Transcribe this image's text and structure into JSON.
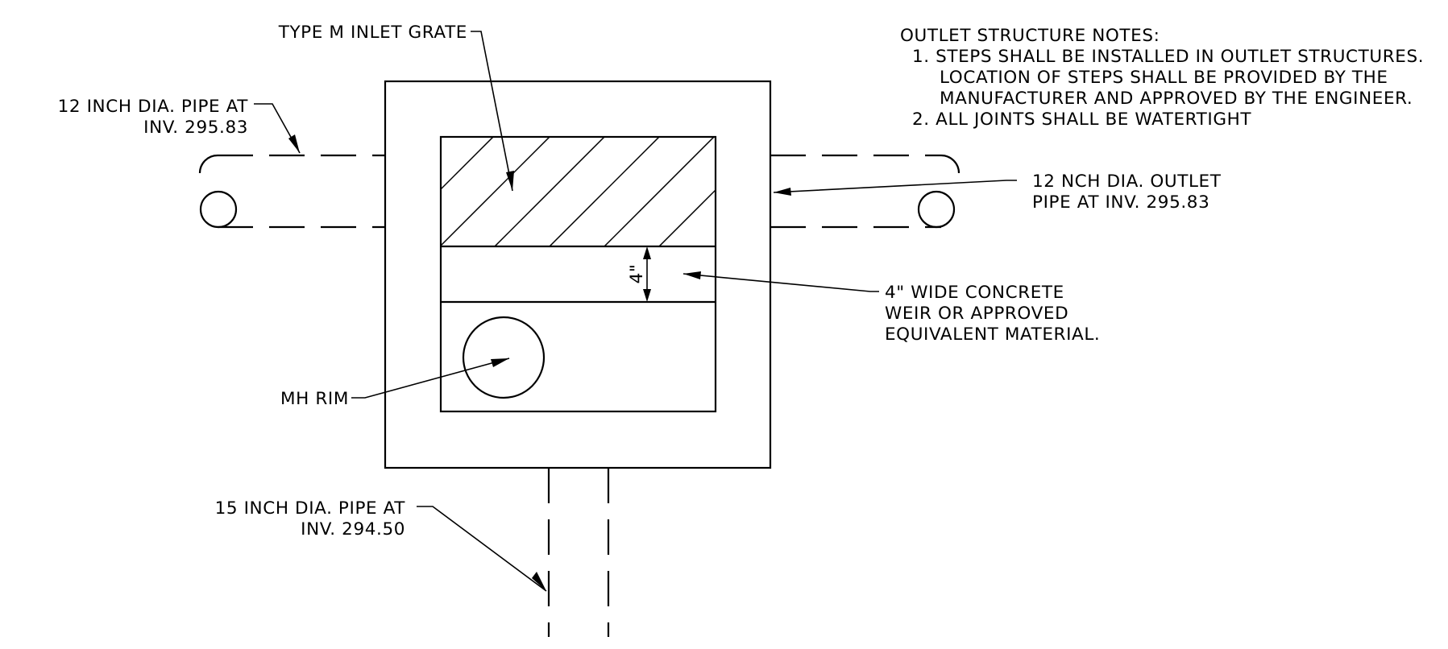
{
  "labels": {
    "inlet_grate": "TYPE M INLET GRATE",
    "pipe_left_line1": "12 INCH DIA. PIPE AT",
    "pipe_left_line2": "INV. 295.83",
    "pipe_right_line1": "12 NCH DIA. OUTLET",
    "pipe_right_line2": "PIPE AT INV. 295.83",
    "weir_dimension": "4\"",
    "weir_line1": "4\" WIDE CONCRETE",
    "weir_line2": "WEIR OR APPROVED",
    "weir_line3": "EQUIVALENT MATERIAL.",
    "mh_rim": "MH RIM",
    "pipe_bottom_line1": "15 INCH DIA. PIPE AT",
    "pipe_bottom_line2": "INV. 294.50"
  },
  "notes": {
    "title": "OUTLET STRUCTURE NOTES:",
    "items": [
      "1. STEPS SHALL BE INSTALLED IN OUTLET STRUCTURES.",
      "LOCATION OF STEPS SHALL BE PROVIDED BY THE",
      "MANUFACTURER AND APPROVED BY THE ENGINEER.",
      "2. ALL JOINTS SHALL BE WATERTIGHT"
    ]
  },
  "colors": {
    "line": "#000000",
    "background": "#ffffff"
  }
}
